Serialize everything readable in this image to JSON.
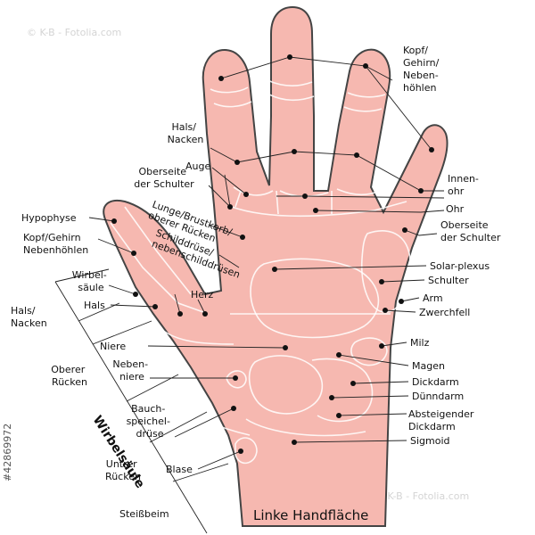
{
  "diagram": {
    "title": "Linke Handfläche",
    "spine_label": "Wirbelsäule",
    "watermark": "© K-B - Fotolia.com",
    "watermark_id": "#42869972",
    "colors": {
      "hand": "#f6b8b0",
      "outline": "#444444",
      "zones": "#ffffff",
      "text": "#111111"
    },
    "labels": {
      "kopf_right": [
        "Kopf/",
        "Gehirn/",
        "Neben-",
        "höhlen"
      ],
      "hals_top": [
        "Hals/",
        "Nacken"
      ],
      "auge": "Auge",
      "oberseite_left": [
        "Oberseite",
        "der Schulter"
      ],
      "lunge": [
        "Lunge/Brustkorb/",
        "oberer Rücken"
      ],
      "schilddruese": [
        "Schilddrüse/",
        "nebenschilddrüsen"
      ],
      "hypophyse": "Hypophyse",
      "kopf_left": [
        "Kopf/Gehirn",
        "Nebenhöhlen"
      ],
      "wirbelsaeule": [
        "Wirbel-",
        "säule"
      ],
      "hals_left": "Hals",
      "herz": "Herz",
      "hals_spine": [
        "Hals/",
        "Nacken"
      ],
      "niere": "Niere",
      "oberer_ruecken": [
        "Oberer",
        "Rücken"
      ],
      "nebenniere": [
        "Neben-",
        "niere"
      ],
      "bauchspeichel": [
        "Bauch-",
        "speichel-",
        "drüse"
      ],
      "untrer_ruecken": [
        "Untrer",
        "Rücken"
      ],
      "blase": "Blase",
      "steissbeim": "Steißbeim",
      "innenohr": [
        "Innen-",
        "ohr"
      ],
      "ohr": "Ohr",
      "oberseite_right": [
        "Oberseite",
        "der Schulter"
      ],
      "solar": "Solar-plexus",
      "schulter": "Schulter",
      "arm": "Arm",
      "zwerchfell": "Zwerchfell",
      "milz": "Milz",
      "magen": "Magen",
      "dickdarm": "Dickdarm",
      "duenndarm": "Dünndarm",
      "absteigender": [
        "Absteigender",
        "Dickdarm"
      ],
      "sigmoid": "Sigmoid"
    }
  }
}
